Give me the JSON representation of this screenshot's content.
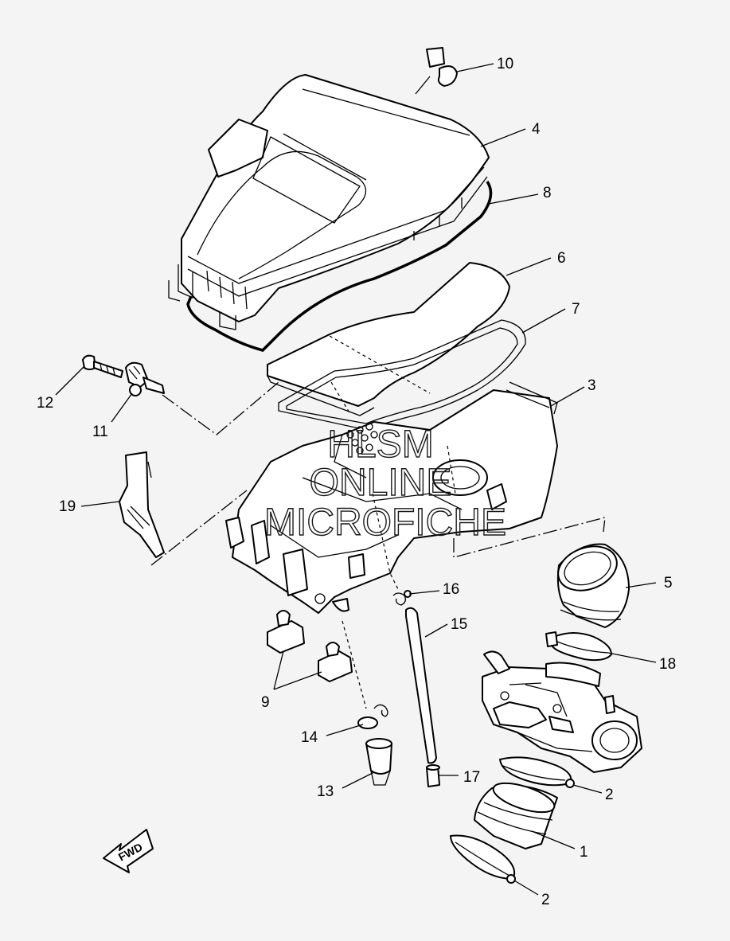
{
  "callouts": [
    {
      "id": "c10",
      "label": "10"
    },
    {
      "id": "c4",
      "label": "4"
    },
    {
      "id": "c8",
      "label": "8"
    },
    {
      "id": "c6",
      "label": "6"
    },
    {
      "id": "c7",
      "label": "7"
    },
    {
      "id": "c3",
      "label": "3"
    },
    {
      "id": "c12",
      "label": "12"
    },
    {
      "id": "c11",
      "label": "11"
    },
    {
      "id": "c19",
      "label": "19"
    },
    {
      "id": "c5",
      "label": "5"
    },
    {
      "id": "c16",
      "label": "16"
    },
    {
      "id": "c15",
      "label": "15"
    },
    {
      "id": "c18",
      "label": "18"
    },
    {
      "id": "c9",
      "label": "9"
    },
    {
      "id": "c14",
      "label": "14"
    },
    {
      "id": "c17",
      "label": "17"
    },
    {
      "id": "c13",
      "label": "13"
    },
    {
      "id": "c2a",
      "label": "2"
    },
    {
      "id": "c1",
      "label": "1"
    },
    {
      "id": "c2b",
      "label": "2"
    }
  ],
  "watermark": {
    "line1": "HLSM",
    "line2": "ONLINE",
    "line3": "MICROFICHE"
  },
  "fwd_label": "FWD"
}
